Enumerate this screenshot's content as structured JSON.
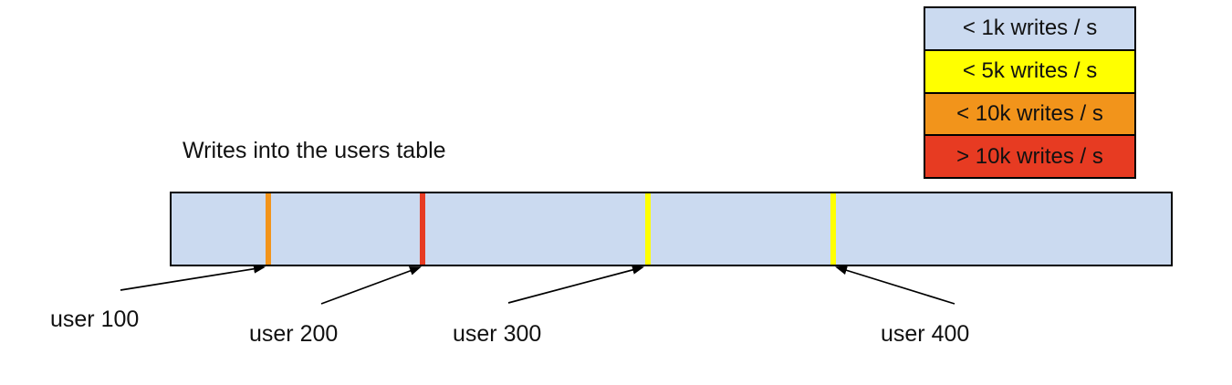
{
  "diagram": {
    "title": "Writes into the users table",
    "legend": {
      "items": [
        {
          "label": "< 1k writes / s",
          "color": "#cbdaf0"
        },
        {
          "label": "< 5k writes / s",
          "color": "#ffff00"
        },
        {
          "label": "< 10k writes / s",
          "color": "#f2941b"
        },
        {
          "label": "> 10k writes / s",
          "color": "#e73b22"
        }
      ]
    },
    "table_bar": {
      "fill": "#cbdaf0",
      "border_color": "#000000",
      "marks": [
        {
          "user": "user 100",
          "rate": "< 10k writes / s",
          "color": "#f2941b"
        },
        {
          "user": "user 200",
          "rate": "> 10k writes / s",
          "color": "#e73b22"
        },
        {
          "user": "user 300",
          "rate": "< 5k writes / s",
          "color": "#ffff00"
        },
        {
          "user": "user 400",
          "rate": "< 5k writes / s",
          "color": "#ffff00"
        }
      ]
    },
    "labels": [
      {
        "text": "user 100"
      },
      {
        "text": "user 200"
      },
      {
        "text": "user 300"
      },
      {
        "text": "user 400"
      }
    ],
    "arrow_color": "#000000"
  }
}
